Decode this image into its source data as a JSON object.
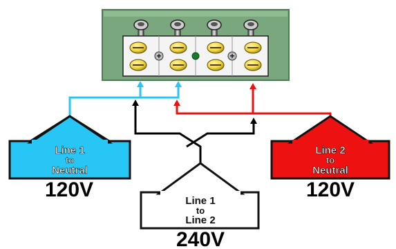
{
  "diagram": {
    "colors": {
      "board": "#7aa77d",
      "board_edge": "#4f7a55",
      "terminal_block": "#f4f4f4",
      "screw": "#f2d640",
      "neutral_screw": "#a9a9a9",
      "line1": "#27c6f5",
      "line2": "#ee1111",
      "outline": "#111111",
      "wire_black": "#000000"
    },
    "terminal_marks": {
      "left": "+",
      "center": "●",
      "right": "+"
    },
    "labels": {
      "line1_neutral": [
        "Line 1",
        "to",
        "Neutral"
      ],
      "line2_neutral": [
        "Line 2",
        "to",
        "Neutral"
      ],
      "line1_line2": [
        "Line 1",
        "to",
        "Line 2"
      ]
    },
    "voltages": {
      "left": "120V",
      "right": "120V",
      "bottom": "240V"
    }
  }
}
